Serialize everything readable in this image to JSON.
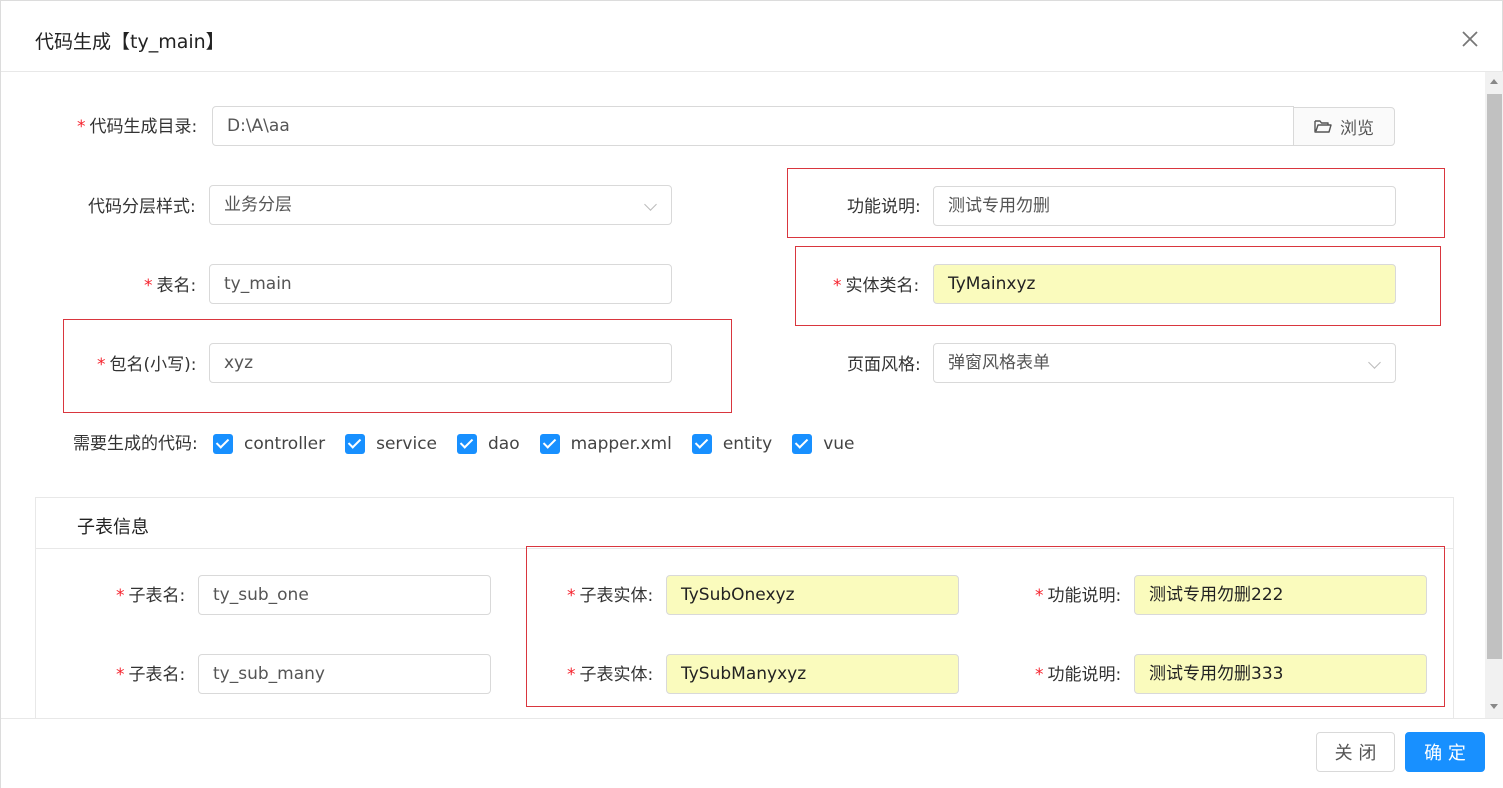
{
  "dialog": {
    "title": "代码生成【ty_main】"
  },
  "form": {
    "output_dir": {
      "label": "代码生成目录:",
      "value": "D:\\A\\aa",
      "browse_label": "浏览"
    },
    "layer_style": {
      "label": "代码分层样式:",
      "value": "业务分层"
    },
    "description": {
      "label": "功能说明:",
      "value": "测试专用勿删"
    },
    "table_name": {
      "label": "表名:",
      "value": "ty_main"
    },
    "entity_name": {
      "label": "实体类名:",
      "value": "TyMainxyz"
    },
    "package_name": {
      "label": "包名(小写):",
      "value": "xyz"
    },
    "page_style": {
      "label": "页面风格:",
      "value": "弹窗风格表单"
    },
    "code_types": {
      "label": "需要生成的代码:",
      "options": [
        "controller",
        "service",
        "dao",
        "mapper.xml",
        "entity",
        "vue"
      ]
    }
  },
  "subtables": {
    "title": "子表信息",
    "rows": [
      {
        "name_label": "子表名:",
        "name": "ty_sub_one",
        "entity_label": "子表实体:",
        "entity": "TySubOnexyz",
        "desc_label": "功能说明:",
        "desc": "测试专用勿删222"
      },
      {
        "name_label": "子表名:",
        "name": "ty_sub_many",
        "entity_label": "子表实体:",
        "entity": "TySubManyxyz",
        "desc_label": "功能说明:",
        "desc": "测试专用勿删333"
      }
    ]
  },
  "footer": {
    "cancel_label": "关 闭",
    "ok_label": "确 定"
  },
  "colors": {
    "primary": "#1890ff",
    "required": "#f5222d",
    "highlight_bg": "#fafbbd",
    "annotation_border": "#d9363e"
  },
  "icons": {
    "close": "close-icon",
    "folder": "folder-open-icon",
    "dropdown": "chevron-down-icon"
  }
}
